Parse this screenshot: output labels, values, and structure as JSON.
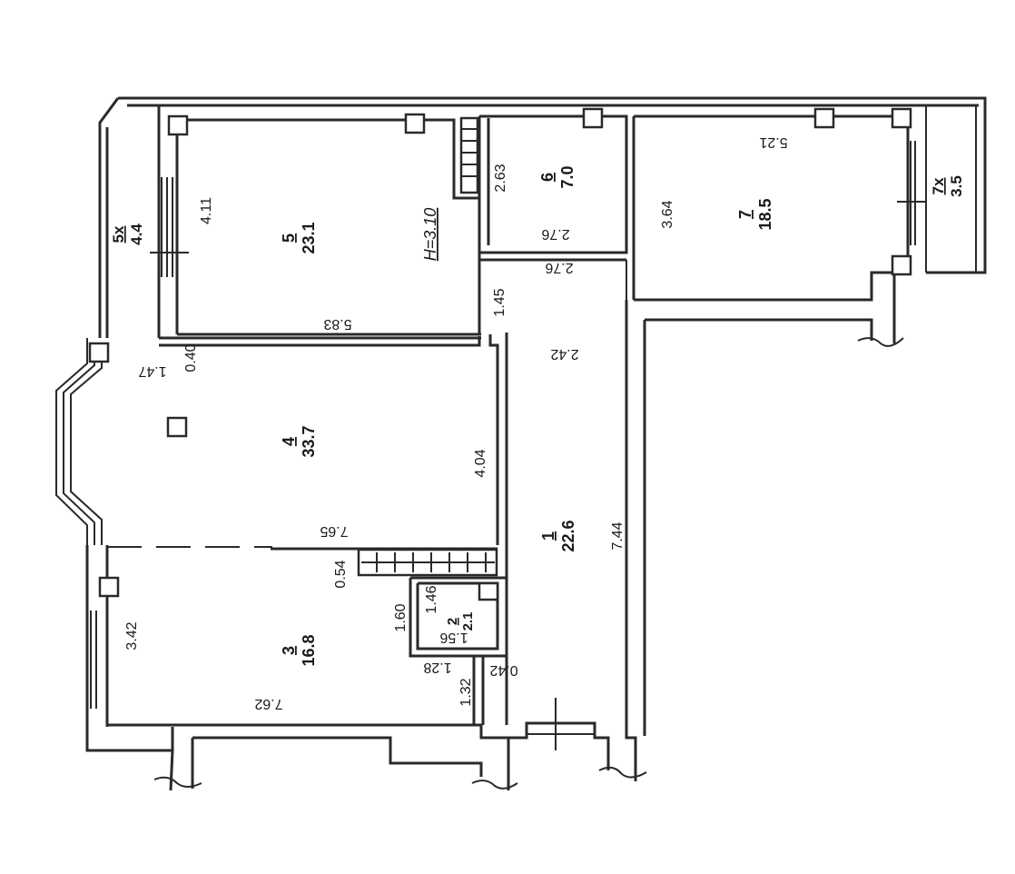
{
  "plan": {
    "ceiling_height": "H=3.10",
    "rooms": [
      {
        "id": "1",
        "area": "22.6"
      },
      {
        "id": "2",
        "area": "2.1"
      },
      {
        "id": "3",
        "area": "16.8"
      },
      {
        "id": "4",
        "area": "33.7"
      },
      {
        "id": "5",
        "area": "23.1"
      },
      {
        "id": "5x",
        "area": "4.4"
      },
      {
        "id": "6",
        "area": "7.0"
      },
      {
        "id": "7",
        "area": "18.5"
      },
      {
        "id": "7x",
        "area": "3.5"
      }
    ],
    "dimensions": {
      "d_4_11": "4.11",
      "d_5_83": "5.83",
      "d_2_63": "2.63",
      "d_2_76a": "2.76",
      "d_2_76b": "2.76",
      "d_5_21": "5.21",
      "d_3_64": "3.64",
      "d_1_45": "1.45",
      "d_2_42": "2.42",
      "d_0_40": "0.40",
      "d_1_47": "1.47",
      "d_4_04": "4.04",
      "d_7_65": "7.65",
      "d_7_44": "7.44",
      "d_0_54": "0.54",
      "d_1_60": "1.60",
      "d_1_46": "1.46",
      "d_1_56": "1.56",
      "d_3_42": "3.42",
      "d_1_28": "1.28",
      "d_0_42": "0.42",
      "d_1_32": "1.32",
      "d_7_62": "7.62"
    }
  }
}
